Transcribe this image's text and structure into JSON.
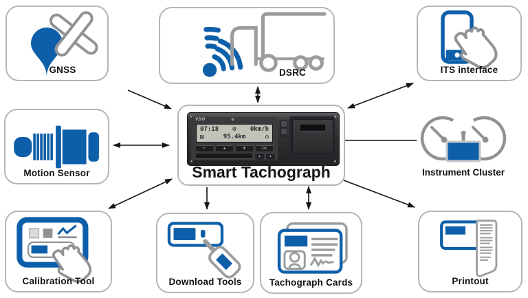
{
  "center": {
    "label": "Smart Tachograph",
    "device": {
      "brand": "VDO",
      "status_icon": "◉",
      "display": {
        "time": "07:18",
        "mode_icon": "⊙",
        "speed": "0km/h",
        "card_icon": "▤",
        "odometer": "95.4km",
        "rest_icon": "⌂"
      },
      "buttons": [
        {
          "label": "↶"
        },
        {
          "label": "▲"
        },
        {
          "label": "▼"
        },
        {
          "label": "OK"
        }
      ]
    }
  },
  "nodes": [
    {
      "id": "gnss",
      "label": "GNSS",
      "icon": "satellite-location-pin-icon"
    },
    {
      "id": "dsrc",
      "label": "DSRC",
      "icon": "truck-radio-signal-icon"
    },
    {
      "id": "its-interface",
      "label": "ITS interface",
      "icon": "smartphone-touch-icon"
    },
    {
      "id": "motion-sensor",
      "label": "Motion Sensor",
      "icon": "motion-sensor-plug-icon"
    },
    {
      "id": "instrument-cluster",
      "label": "Instrument Cluster",
      "icon": "dashboard-gauges-icon"
    },
    {
      "id": "calibration-tool",
      "label": "Calibration Tool",
      "icon": "diagnostic-tablet-touch-icon"
    },
    {
      "id": "download-tools",
      "label": "Download Tools",
      "icon": "download-key-icon"
    },
    {
      "id": "tachograph-cards",
      "label": "Tachograph Cards",
      "icon": "driver-id-cards-icon"
    },
    {
      "id": "printout",
      "label": "Printout",
      "icon": "receipt-paper-icon"
    }
  ],
  "connections": [
    {
      "from": "gnss",
      "to": "smart-tachograph",
      "style": "arrow-to-center"
    },
    {
      "from": "dsrc",
      "to": "smart-tachograph",
      "style": "double-arrow"
    },
    {
      "from": "its-interface",
      "to": "smart-tachograph",
      "style": "double-arrow"
    },
    {
      "from": "motion-sensor",
      "to": "smart-tachograph",
      "style": "double-arrow"
    },
    {
      "from": "instrument-cluster",
      "to": "smart-tachograph",
      "style": "plain-line"
    },
    {
      "from": "calibration-tool",
      "to": "smart-tachograph",
      "style": "double-arrow"
    },
    {
      "from": "download-tools",
      "to": "smart-tachograph",
      "style": "arrow-to-node"
    },
    {
      "from": "tachograph-cards",
      "to": "smart-tachograph",
      "style": "double-arrow"
    },
    {
      "from": "printout",
      "to": "smart-tachograph",
      "style": "arrow-to-node"
    }
  ],
  "colors": {
    "accent_blue": "#0e5fa9",
    "icon_gray": "#909396",
    "box_border": "#b3b5b7",
    "arrow_black": "#151515",
    "label_text": "#111111"
  }
}
